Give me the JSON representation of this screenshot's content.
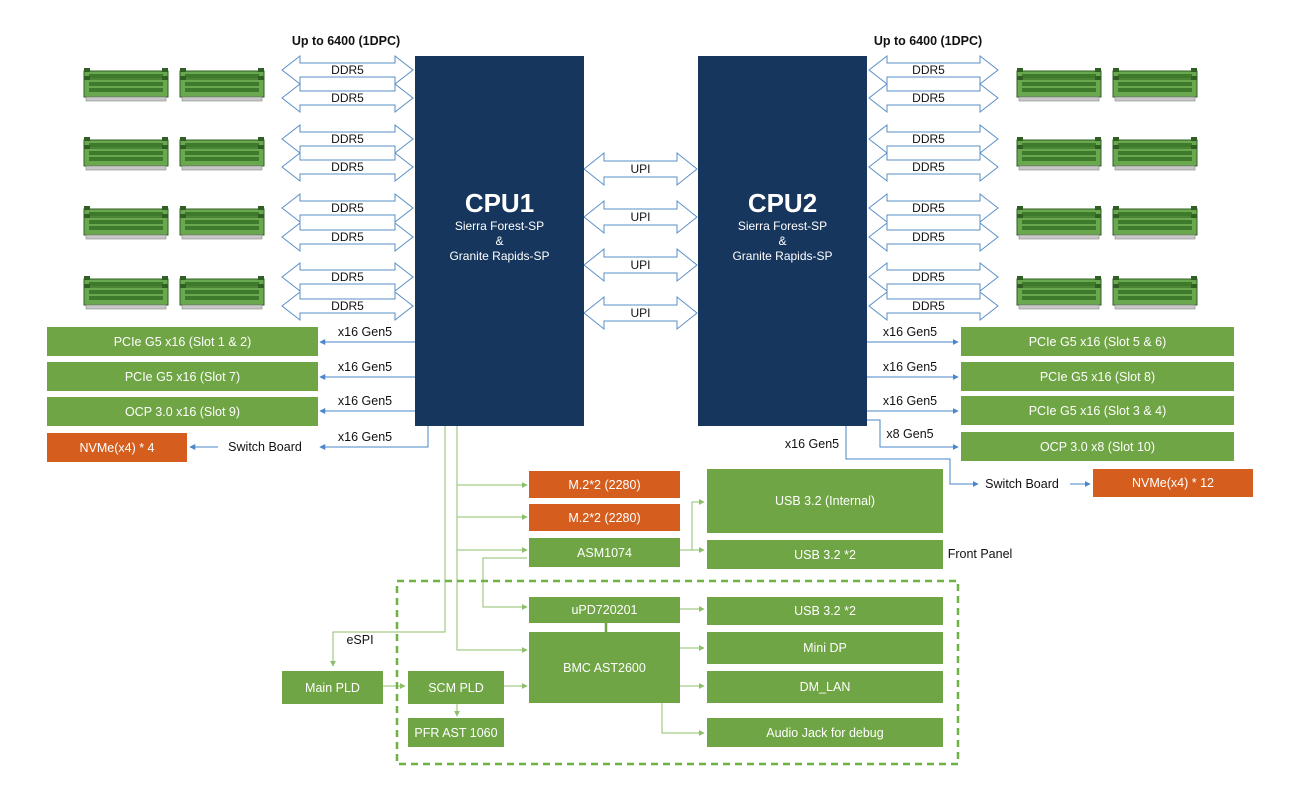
{
  "colors": {
    "cpu": "#17365d",
    "green": "#6fa544",
    "orange": "#d55e1f",
    "blue_line": "#4a86c8",
    "green_line": "#8dbf6a",
    "dashed": "#6fb244",
    "memory_arrow": "#5a8fc6"
  },
  "cpu1": {
    "name": "CPU1",
    "line1": "Sierra Forest-SP",
    "line2": "&",
    "line3": "Granite Rapids-SP"
  },
  "cpu2": {
    "name": "CPU2",
    "line1": "Sierra Forest-SP",
    "line2": "&",
    "line3": "Granite Rapids-SP"
  },
  "memory": {
    "speed_left": "Up to 6400 (1DPC)",
    "speed_right": "Up to 6400 (1DPC)",
    "channel_label": "DDR5"
  },
  "upi_label": "UPI",
  "left_pcie": {
    "slot1_2": "PCIe G5 x16 (Slot 1 & 2)",
    "slot7": "PCIe G5 x16 (Slot 7)",
    "slot9": "OCP 3.0 x16 (Slot 9)",
    "nvme": "NVMe(x4) * 4",
    "switch": "Switch Board",
    "link1": "x16 Gen5",
    "link2": "x16 Gen5",
    "link3": "x16 Gen5",
    "link4": "x16 Gen5"
  },
  "right_pcie": {
    "slot5_6": "PCIe G5 x16 (Slot 5 & 6)",
    "slot8": "PCIe G5 x16 (Slot 8)",
    "slot3_4": "PCIe G5 x16 (Slot 3 & 4)",
    "slot10": "OCP 3.0 x8 (Slot 10)",
    "nvme": "NVMe(x4) * 12",
    "switch": "Switch Board",
    "link1": "x16 Gen5",
    "link2": "x16 Gen5",
    "link3": "x16 Gen5",
    "link4": "x8 Gen5",
    "link5": "x16 Gen5"
  },
  "pch": {
    "m2_a": "M.2*2 (2280)",
    "m2_b": "M.2*2 (2280)",
    "asm": "ASM1074",
    "usb_internal": "USB 3.2 (Internal)",
    "usb_front": "USB 3.2 *2",
    "front_panel": "Front Panel",
    "upd": "uPD720201",
    "usb_rear": "USB 3.2 *2",
    "bmc": "BMC AST2600",
    "mini_dp": "Mini DP",
    "dm_lan": "DM_LAN",
    "audio": "Audio Jack for debug",
    "main_pld": "Main PLD",
    "scm_pld": "SCM PLD",
    "pfr": "PFR AST 1060",
    "espi": "eSPI"
  }
}
